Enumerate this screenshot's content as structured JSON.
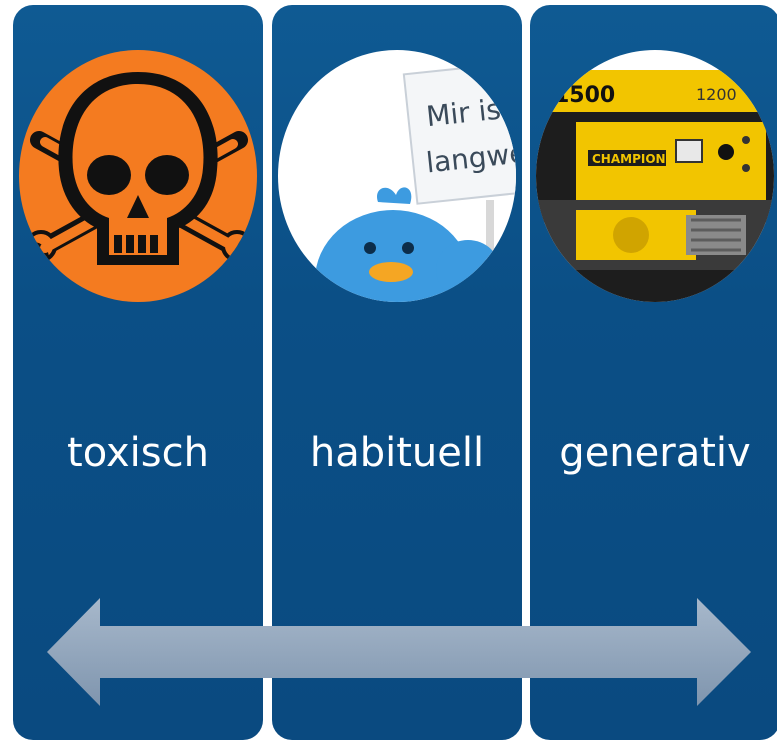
{
  "panels": [
    {
      "label": "toxisch",
      "image_icon": "skull-crossbones-icon",
      "image_color": "#f47b20"
    },
    {
      "label": "habituell",
      "image_icon": "bored-bird-sign-icon",
      "sign_text": [
        "Mir ist",
        "langwe"
      ]
    },
    {
      "label": "generativ",
      "image_icon": "power-generator-icon",
      "brand_text": "CHAMPION",
      "model_text": "1500",
      "model_text_2": "1200"
    }
  ],
  "colors": {
    "panel": "#0b4f86",
    "label_text": "#ffffff",
    "arrow": "#8fa4bc"
  },
  "arrow": {
    "direction": "bidirectional"
  }
}
